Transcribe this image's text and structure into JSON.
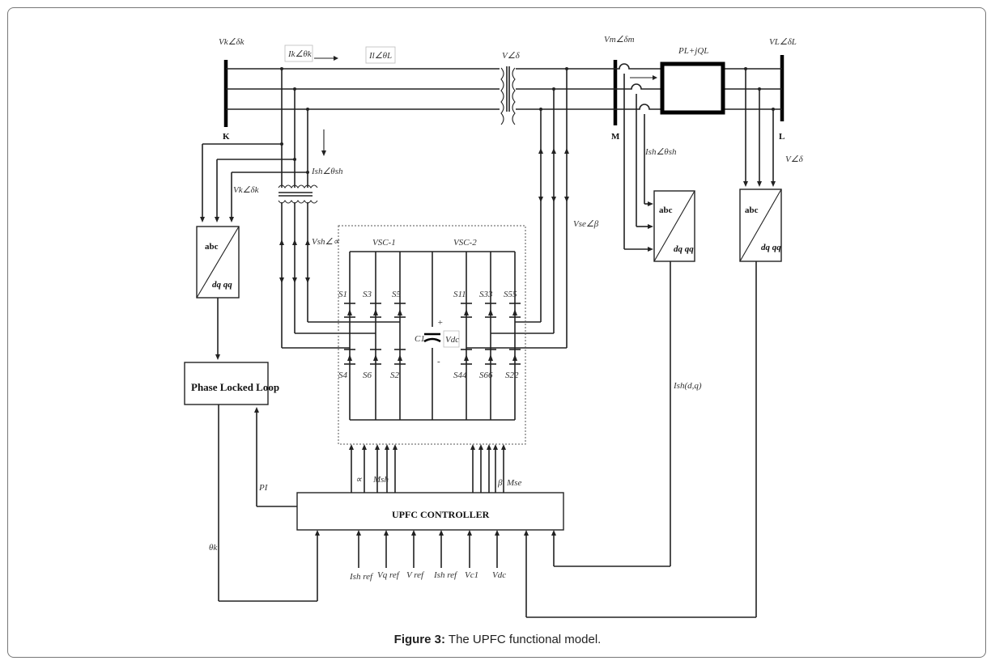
{
  "caption": {
    "prefix": "Figure 3:",
    "text": "The UPFC functional model."
  },
  "buses": {
    "k": "K",
    "m": "M",
    "l": "L"
  },
  "labels": {
    "vk": "Vk∠δk",
    "ik": "Ik∠θk",
    "il": "Il∠θL",
    "v_delta": "V∠δ",
    "vm": "Vm∠δm",
    "vl": "VL∠δL",
    "pq": "PL+jQL",
    "ish_bus": "Ish∠θsh",
    "vl_right": "V∠δ",
    "ish_left": "Ish∠θsh",
    "vk_left": "Vk∠δk",
    "vsh": "Vsh∠∝",
    "vse": "Vse∠β",
    "vsc1": "VSC-1",
    "vsc2": "VSC-2",
    "c1": "C1",
    "vdc": "Vdc",
    "plus": "+",
    "minus": "-",
    "ish_dq": "Ish(d,q)",
    "pi": "PI",
    "theta_k": "θk",
    "alpha": "∝",
    "msh": "Msh",
    "beta": "β",
    "mse": "Mse"
  },
  "switches": {
    "s1": "S1",
    "s3": "S3",
    "s5": "S5",
    "s4": "S4",
    "s6": "S6",
    "s2": "S2",
    "s11": "S11",
    "s33": "S33",
    "s55": "S55",
    "s44": "S44",
    "s66": "S66",
    "s22": "S22"
  },
  "blocks": {
    "abc1_top": "abc",
    "abc1_bottom": "dq qq",
    "abc2_top": "abc",
    "abc2_bottom": "dq qq",
    "abc3_top": "abc",
    "abc3_bottom": "dq qq",
    "pll": "Phase Locked Loop",
    "controller": "UPFC   CONTROLLER"
  },
  "inputs": [
    "Ish ref",
    "Vq ref",
    "V ref",
    "Ish ref",
    "Vc1",
    "Vdc"
  ]
}
